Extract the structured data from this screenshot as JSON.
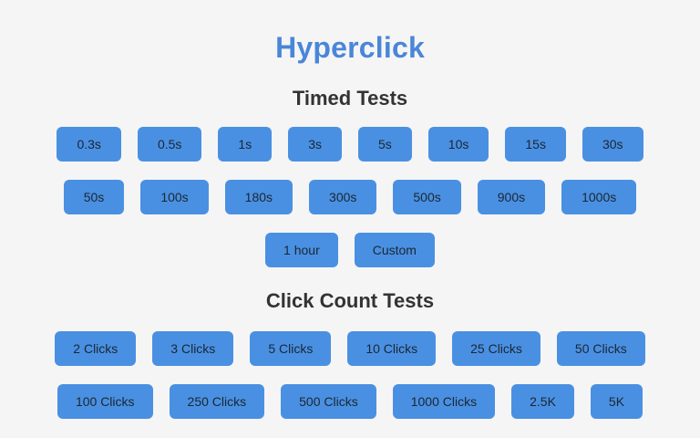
{
  "app": {
    "title": "Hyperclick",
    "title_color": "#4a86d8",
    "background_color": "#f5f5f5",
    "button_color": "#4a90e2",
    "button_text_color": "#1a2733",
    "heading_color": "#333333"
  },
  "sections": [
    {
      "id": "timed-tests",
      "heading": "Timed Tests",
      "rows": [
        {
          "buttons": [
            {
              "label": "0.3s"
            },
            {
              "label": "0.5s"
            },
            {
              "label": "1s"
            },
            {
              "label": "3s"
            },
            {
              "label": "5s"
            },
            {
              "label": "10s"
            },
            {
              "label": "15s"
            },
            {
              "label": "30s"
            }
          ]
        },
        {
          "buttons": [
            {
              "label": "50s"
            },
            {
              "label": "100s"
            },
            {
              "label": "180s"
            },
            {
              "label": "300s"
            },
            {
              "label": "500s"
            },
            {
              "label": "900s"
            },
            {
              "label": "1000s"
            }
          ]
        },
        {
          "buttons": [
            {
              "label": "1 hour"
            },
            {
              "label": "Custom"
            }
          ]
        }
      ]
    },
    {
      "id": "click-count-tests",
      "heading": "Click Count Tests",
      "rows": [
        {
          "buttons": [
            {
              "label": "2 Clicks"
            },
            {
              "label": "3 Clicks"
            },
            {
              "label": "5 Clicks"
            },
            {
              "label": "10 Clicks"
            },
            {
              "label": "25 Clicks"
            },
            {
              "label": "50 Clicks"
            }
          ]
        },
        {
          "buttons": [
            {
              "label": "100 Clicks"
            },
            {
              "label": "250 Clicks"
            },
            {
              "label": "500 Clicks"
            },
            {
              "label": "1000 Clicks"
            },
            {
              "label": "2.5K"
            },
            {
              "label": "5K"
            }
          ]
        }
      ]
    }
  ]
}
